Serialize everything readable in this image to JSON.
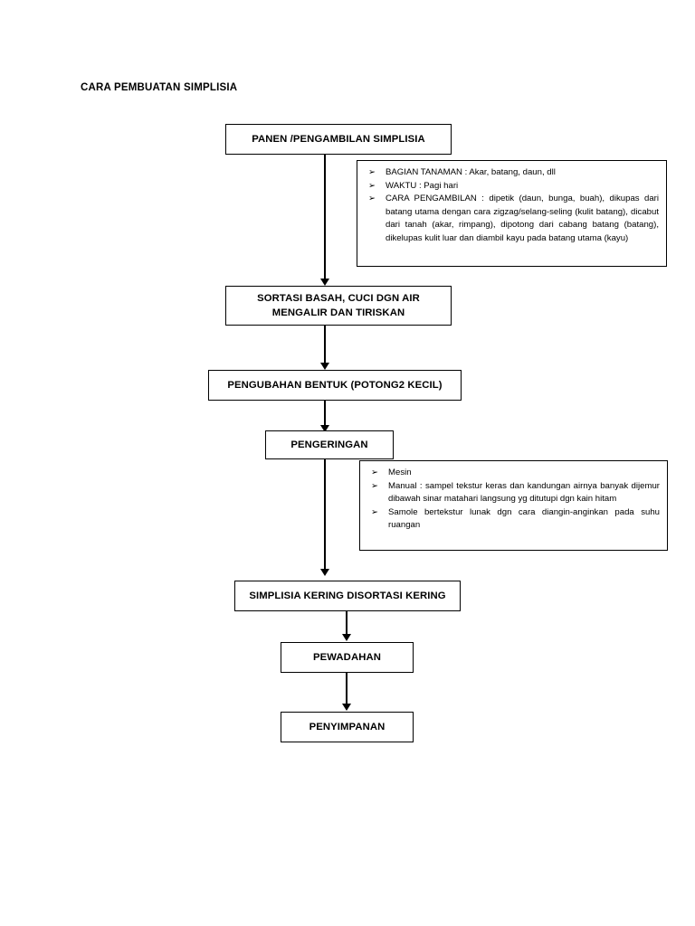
{
  "document": {
    "title": "CARA PEMBUATAN SIMPLISIA"
  },
  "bullet_glyph": "➢",
  "flow": {
    "steps": [
      {
        "id": "panen",
        "label": "PANEN /PENGAMBILAN SIMPLISIA"
      },
      {
        "id": "sortasi",
        "label": "SORTASI BASAH, CUCI DGN AIR\nMENGALIR DAN TIRISKAN"
      },
      {
        "id": "pengubahan",
        "label": "PENGUBAHAN BENTUK (POTONG2 KECIL)"
      },
      {
        "id": "pengeringan",
        "label": "PENGERINGAN"
      },
      {
        "id": "simplisia_kering",
        "label": "SIMPLISIA KERING DISORTASI KERING"
      },
      {
        "id": "pewadahan",
        "label": "PEWADAHAN"
      },
      {
        "id": "penyimpanan",
        "label": "PENYIMPANAN"
      }
    ]
  },
  "notes": {
    "panen": {
      "items": [
        "BAGIAN TANAMAN : Akar, batang, daun, dll",
        "WAKTU : Pagi hari",
        "CARA PENGAMBILAN  : dipetik (daun, bunga, buah), dikupas dari batang utama dengan cara zigzag/selang-seling (kulit batang), dicabut dari tanah (akar, rimpang), dipotong dari cabang batang (batang), dikelupas kulit luar dan diambil kayu pada batang utama (kayu)"
      ]
    },
    "pengeringan": {
      "items": [
        "Mesin",
        "Manual : sampel tekstur keras dan kandungan airnya banyak dijemur dibawah sinar matahari langsung yg ditutupi dgn kain hitam",
        "Samole bertekstur lunak dgn cara diangin-anginkan pada suhu ruangan"
      ]
    }
  },
  "colors": {
    "line": "#000000",
    "background": "#ffffff",
    "text": "#000000"
  }
}
